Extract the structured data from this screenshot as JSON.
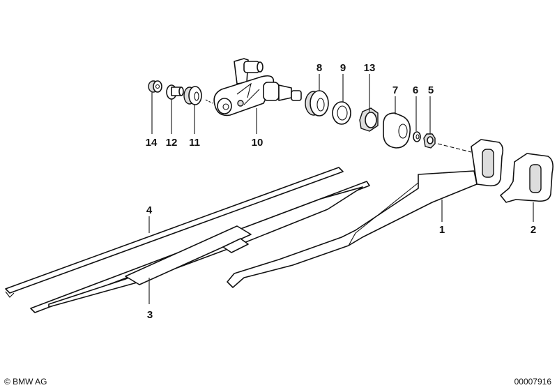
{
  "labels": {
    "p14": "14",
    "p12": "12",
    "p11": "11",
    "p10": "10",
    "p8": "8",
    "p9": "9",
    "p13": "13",
    "p7": "7",
    "p6": "6",
    "p5": "5",
    "p4": "4",
    "p3": "3",
    "p1": "1",
    "p2": "2"
  },
  "footer": {
    "copyright": "© BMW AG",
    "diagram_number": "00007916"
  }
}
